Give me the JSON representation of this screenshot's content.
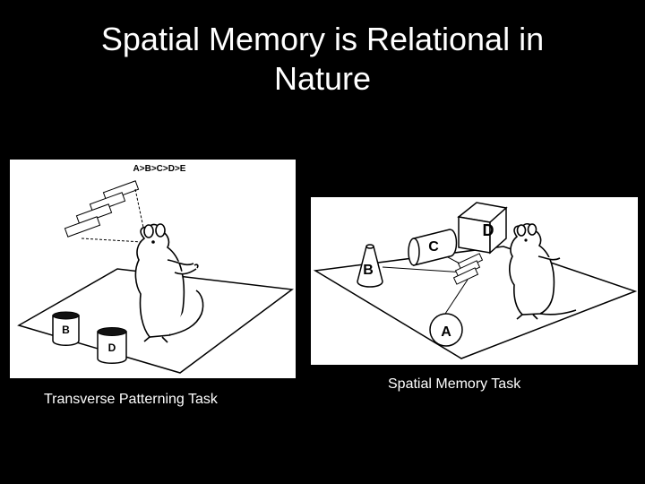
{
  "slide": {
    "title_line1": "Spatial Memory is Relational in",
    "title_line2": "Nature"
  },
  "left_figure": {
    "sequence_label": "A>B>C>D>E",
    "cups": [
      "B",
      "D"
    ],
    "caption": "Transverse Patterning Task"
  },
  "right_figure": {
    "object_labels": [
      "A",
      "B",
      "C",
      "D"
    ],
    "caption": "Spatial Memory Task"
  }
}
